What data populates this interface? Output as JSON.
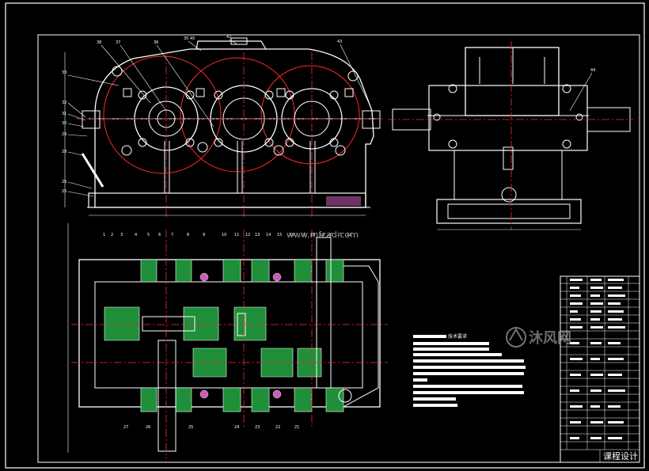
{
  "watermark_top": "www.mfcad.com",
  "watermark_right": "沐风网",
  "notes_title": "技术要求",
  "title_block_caption": "课程设计",
  "colors": {
    "background": "#000000",
    "outline": "#ffffff",
    "centerline": "#ff2a2a",
    "section_fill": "#1f8f3a",
    "hatch": "#c95db8",
    "text": "#ffffff",
    "watermark": "#9a9a9a"
  },
  "front_view": {
    "balloons": [
      "38",
      "37",
      "36",
      "35 45",
      "42",
      "43",
      "33",
      "32",
      "31",
      "30",
      "29",
      "28",
      "26",
      "25"
    ]
  },
  "side_view": {
    "balloons": [
      "44"
    ]
  },
  "plan_view": {
    "balloons_top": [
      "1",
      "2",
      "3",
      "4",
      "5",
      "6",
      "7",
      "8",
      "9",
      "10",
      "11",
      "12",
      "13",
      "14",
      "15",
      "16",
      "17",
      "18",
      "19",
      "20",
      "21",
      "22"
    ],
    "balloons_bottom": [
      "27",
      "26",
      "25",
      "24",
      "23",
      "22",
      "21"
    ]
  }
}
